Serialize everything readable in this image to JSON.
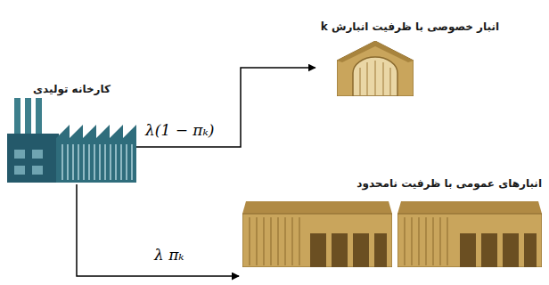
{
  "diagram": {
    "nodes": [
      {
        "text": [
          "کارخانه تولیدی"
        ]
      },
      {
        "text": [
          "انبار خصوصی با ظرفیت انبارش k"
        ]
      },
      {
        "text": [
          "انبارهای عمومی با ظرفیت نامحدود"
        ]
      }
    ],
    "edges": [
      {
        "from": 0,
        "to": 1,
        "label": "λ(1 − πₖ)",
        "arrow": "to"
      },
      {
        "from": 0,
        "to": 2,
        "label": "λ πₖ",
        "arrow": "to"
      }
    ]
  }
}
